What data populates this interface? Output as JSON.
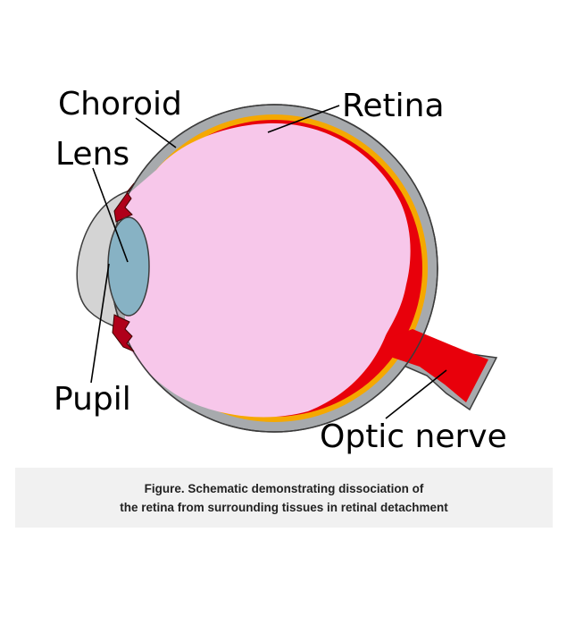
{
  "diagram": {
    "labels": {
      "choroid": "Choroid",
      "retina": "Retina",
      "lens": "Lens",
      "pupil": "Pupil",
      "optic_nerve": "Optic nerve"
    },
    "colors": {
      "sclera": "#a7aaad",
      "sclera_outline": "#3c3c3c",
      "choroid": "#f5a800",
      "retina": "#e8000b",
      "vitreous": "#f7c7ea",
      "cornea": "#d4d4d4",
      "lens": "#87b2c4",
      "leader_line": "#000000"
    }
  },
  "caption": {
    "line1": "Figure. Schematic demonstrating dissociation of",
    "line2": "the retina from surrounding tissues in retinal detachment"
  }
}
